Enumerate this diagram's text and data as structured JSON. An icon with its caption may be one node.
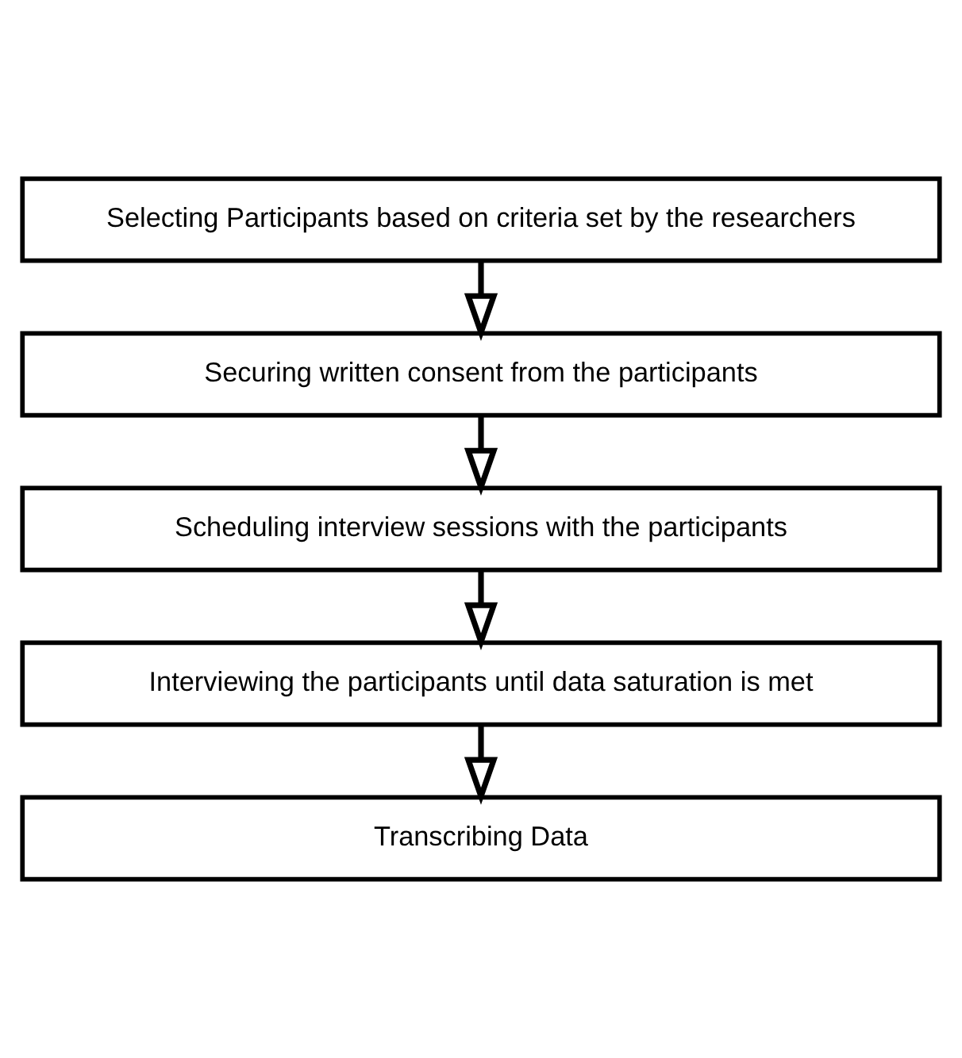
{
  "diagram": {
    "nodes": [
      {
        "text": [
          "Selecting Participants based on criteria set by the researchers"
        ]
      },
      {
        "text": [
          "Securing written consent from the participants"
        ]
      },
      {
        "text": [
          "Scheduling interview sessions with the participants"
        ]
      },
      {
        "text": [
          "Interviewing the participants until data saturation is met"
        ]
      },
      {
        "text": [
          "Transcribing Data"
        ]
      }
    ],
    "edges": [
      {
        "from": 0,
        "to": 1,
        "arrow": "to"
      },
      {
        "from": 1,
        "to": 2,
        "arrow": "to"
      },
      {
        "from": 2,
        "to": 3,
        "arrow": "to"
      },
      {
        "from": 3,
        "to": 4,
        "arrow": "to"
      }
    ]
  }
}
